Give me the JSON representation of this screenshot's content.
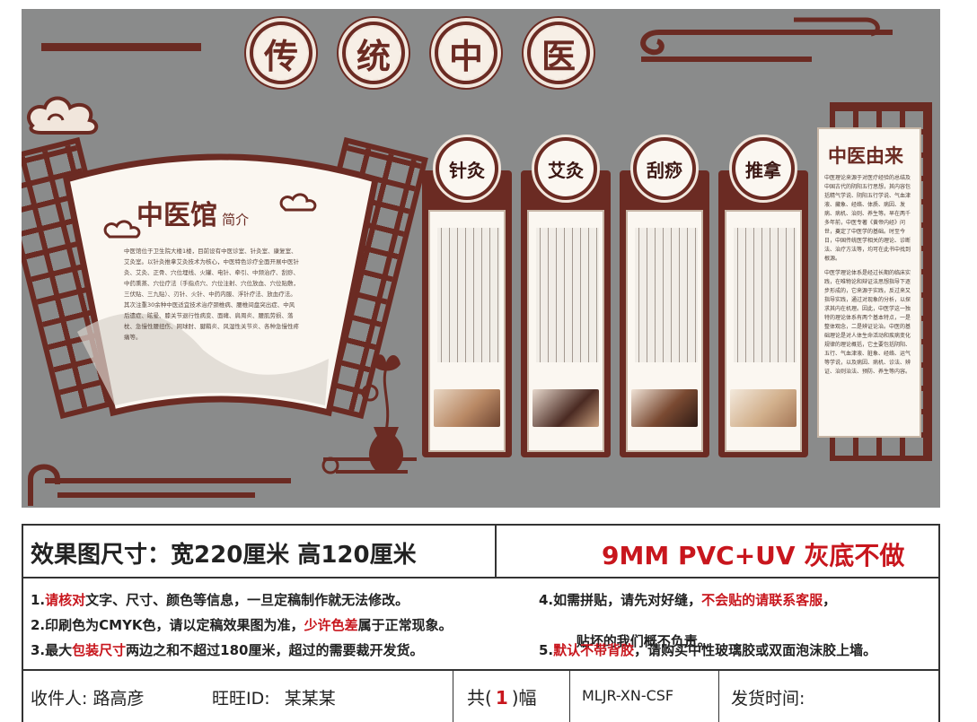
{
  "wall": {
    "title_chars": [
      "传",
      "统",
      "中",
      "医"
    ],
    "fan": {
      "title_main": "中医馆",
      "title_sub": "简介",
      "body": "中医馆位于卫生院大楼1楼，目前设有中医诊室、针灸室、康复室、艾灸室。以针灸推拿艾灸技术为核心，中医特色诊疗全面开展中医针灸、艾灸、正骨、穴位埋线、火罐、电针、牵引、中频治疗、刮痧、中药熏蒸、穴位疗法（手指点穴、穴位注射、穴位放血、穴位贴敷，三伏贴、三九贴）、刃针、火针、中药内服、浮针疗法、放血疗法。其次注重30余种中医适宜技术治疗颈椎病、腰椎间盘突出症、中风后遗症、眩晕、膝关节退行性病变、面瘫、肩周炎、腰肌劳损、落枕、急慢性腰扭伤、网球肘、腱鞘炎、风湿性关节炎、各种急慢性疼痛等。"
    },
    "pillars": [
      {
        "title": "针灸"
      },
      {
        "title": "艾灸"
      },
      {
        "title": "刮痧"
      },
      {
        "title": "推拿"
      }
    ],
    "origin": {
      "title": "中医由来",
      "para1": "中医理论来源于对医疗经验的总结及中国古代的阴阳五行思想，其内容包括精气学说、阴阳五行学说、气血津液、藏象、经络、体质、病因、发病、病机、治则、养生等。早在两千多年前，中医专著《黄帝内经》问世，奠定了中医学的基础。时至今日，中国传统医学相关的理论、诊断法、治疗方法等，均可在此书中找到根源。",
      "para2": "中医学理论体系是经过长期的临床实践，在唯物论和辩证法思想指导下逐步形成的，它来源于实践，反过来又指导实践，通过对现象的分析，以探求其内在机理。因此，中医学这一独特的理论体系有两个基本特点，一是整体观念，二是辨证论治。中医的基础理论是对人体生命活动和疾病变化规律的理论概括，它主要包括阴阳、五行、气血津液、脏象、经络、运气等学说，以及病因、病机、诊法、辨证、治则治法、预防、养生等内容。"
    }
  },
  "sheet": {
    "size_label": "效果图尺寸：",
    "size_value": "宽220厘米  高120厘米",
    "material": "9MM PVC+UV 灰底不做",
    "notes_left": [
      {
        "num": "1.",
        "red": "请核对",
        "rest": "文字、尺寸、颜色等信息，一旦定稿制作就无法修改。"
      },
      {
        "pre": "2.印刷色为CMYK色，请以定稿效果图为准，",
        "red": "少许色差",
        "rest": "属于正常现象。"
      },
      {
        "pre": "3.最大",
        "red": "包装尺寸",
        "rest": "两边之和不超过180厘米，超过的需要裁开发货。"
      }
    ],
    "notes_right": [
      {
        "pre": "4.如需拼贴，请先对好缝，",
        "red": "不会贴的请联系客服",
        "rest": "，"
      },
      {
        "pre": "    贴坏的我们概不负责。",
        "red": "",
        "rest": ""
      },
      {
        "pre": "5.",
        "red": "默认不带背胶",
        "rest": "，请购买中性玻璃胶或双面泡沫胶上墙。"
      }
    ],
    "recipient_label": "收件人:",
    "recipient_value": "路高彦",
    "wangwang_label": "旺旺ID:",
    "wangwang_value": "某某某",
    "count_pre": "共(",
    "count_value": "1",
    "count_post": ")幅",
    "code": "MLJR-XN-CSF",
    "ship_label": "发货时间:"
  }
}
